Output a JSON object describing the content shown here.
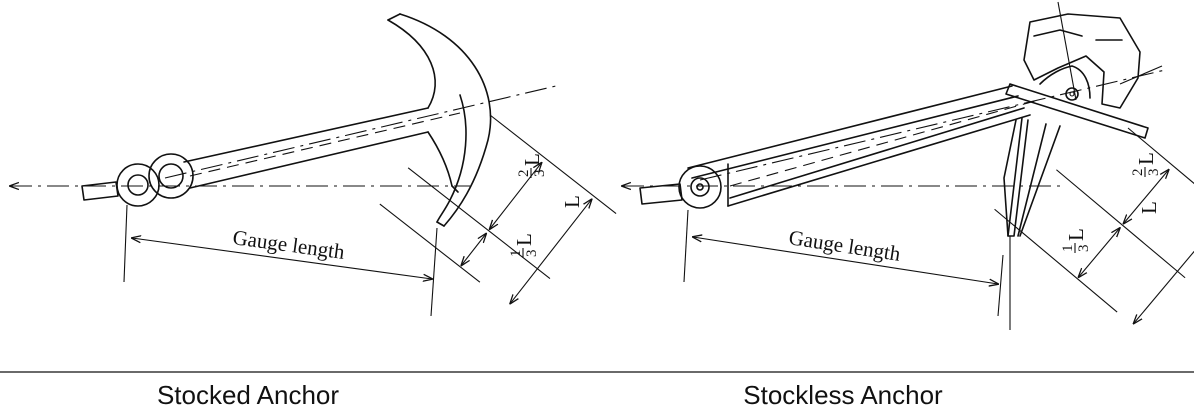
{
  "panels": [
    {
      "caption": "Stocked Anchor",
      "gauge_label": "Gauge length",
      "upper_fraction": {
        "num": "2",
        "den": "3",
        "var": "L"
      },
      "lower_fraction": {
        "num": "1",
        "den": "3",
        "var": "L"
      },
      "total_label": "L"
    },
    {
      "caption": "Stockless Anchor",
      "gauge_label": "Gauge length",
      "upper_fraction": {
        "num": "2",
        "den": "3",
        "var": "L"
      },
      "lower_fraction": {
        "num": "1",
        "den": "3",
        "var": "L"
      },
      "total_label": "L"
    }
  ]
}
